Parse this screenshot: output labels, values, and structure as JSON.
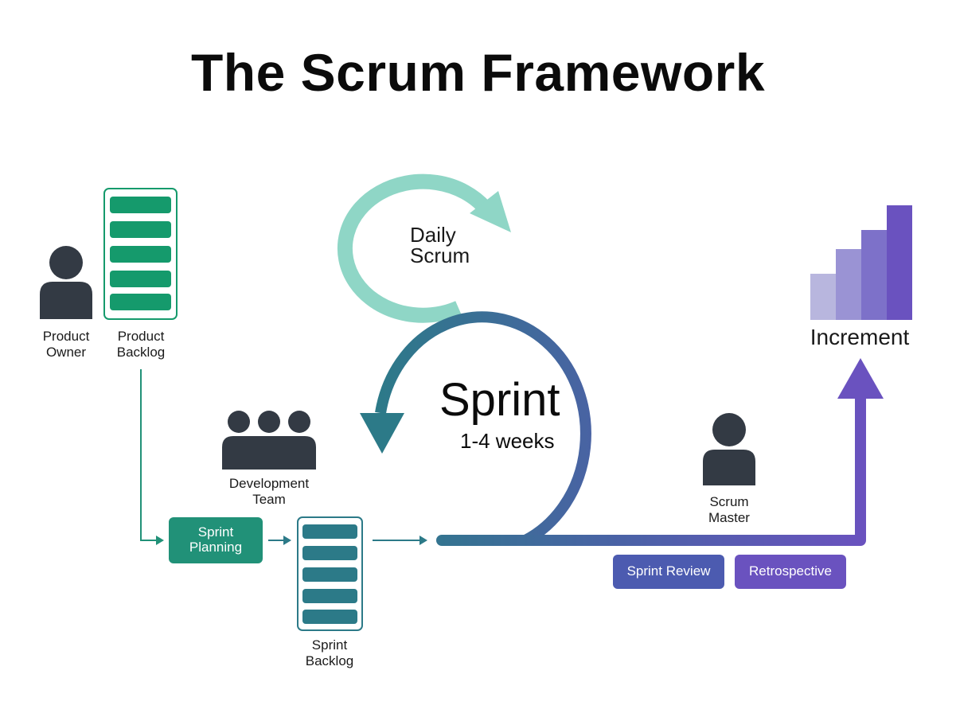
{
  "title": "The Scrum Framework",
  "roles": {
    "product_owner": "Product\nOwner",
    "product_backlog": "Product\nBacklog",
    "development_team": "Development\nTeam",
    "scrum_master": "Scrum\nMaster"
  },
  "events": {
    "sprint_planning": "Sprint\nPlanning",
    "daily_scrum": "Daily\nScrum",
    "sprint": "Sprint",
    "sprint_duration": "1-4 weeks",
    "sprint_review": "Sprint Review",
    "retrospective": "Retrospective"
  },
  "artifacts": {
    "sprint_backlog": "Sprint\nBacklog",
    "increment": "Increment"
  },
  "colors": {
    "person": "#333a44",
    "product_backlog": "#159a6c",
    "sprint_planning": "#219178",
    "sprint_backlog": "#2c7a88",
    "daily_scrum": "#8fd6c6",
    "sprint_review": "#4c5bb0",
    "retrospective": "#6a52bf",
    "increment": "#6a52bf"
  }
}
